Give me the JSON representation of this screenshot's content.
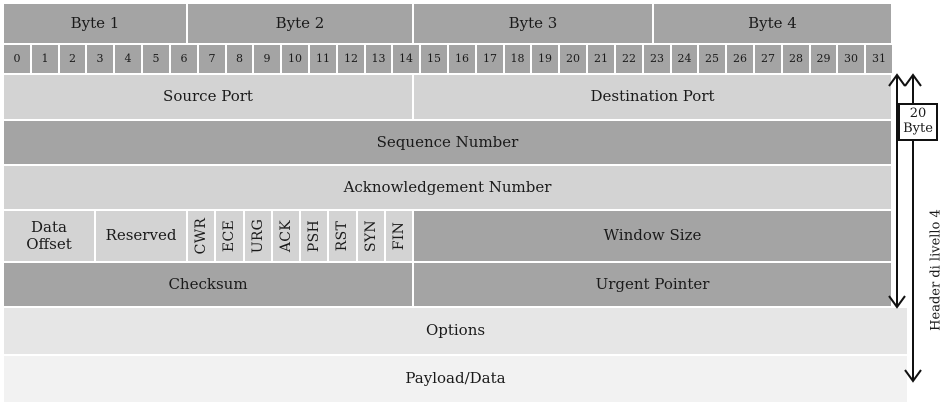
{
  "bytes": [
    "Byte 1",
    "Byte 2",
    "Byte 3",
    "Byte 4"
  ],
  "bits": [
    "0",
    "1",
    "2",
    "3",
    "4",
    "5",
    "6",
    "7",
    "8",
    "9",
    "10",
    "11",
    "12",
    "13",
    "14",
    "15",
    "16",
    "17",
    "18",
    "19",
    "20",
    "21",
    "22",
    "23",
    "24",
    "25",
    "26",
    "27",
    "28",
    "29",
    "30",
    "31"
  ],
  "fields": {
    "source_port": "Source Port",
    "destination_port": "Destination Port",
    "sequence_number": "Sequence Number",
    "ack_number": "Acknowledgement Number",
    "data_offset_line1": "Data",
    "data_offset_line2": "Offset",
    "reserved": "Reserved",
    "flags": [
      "CWR",
      "ECE",
      "URG",
      "ACK",
      "PSH",
      "RST",
      "SYN",
      "FIN"
    ],
    "window_size": "Window Size",
    "checksum": "Checksum",
    "urgent_pointer": "Urgent Pointer",
    "options": "Options",
    "payload": "Payload/Data"
  },
  "annotations": {
    "header_size_line1": "20",
    "header_size_line2": "Byte",
    "header_label": "Header di livello 4"
  }
}
